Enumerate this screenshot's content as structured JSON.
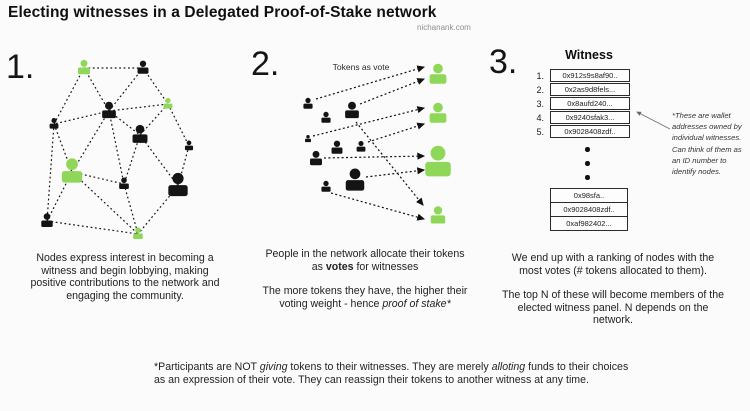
{
  "page": {
    "title": "Electing witnesses in a Delegated Proof-of-Stake network",
    "watermark": "nichanank.com"
  },
  "colors": {
    "accent_green": "#8fd758",
    "node_black": "#141414",
    "background": "#fbfbfb"
  },
  "icons": {
    "person_node": "person-icon",
    "vote_arrow": "dotted-arrow-icon"
  },
  "panel1": {
    "number": "1.",
    "caption": "Nodes express interest in becoming a witness and begin lobbying, making positive contributions to the network and engaging the community."
  },
  "panel2": {
    "number": "2.",
    "arrow_label": "Tokens as vote",
    "caption1": [
      {
        "t": "People in the network allocate their tokens as "
      },
      {
        "t": "votes",
        "b": true
      },
      {
        "t": " for witnesses"
      }
    ],
    "caption2": [
      {
        "t": "The more tokens they have, the higher their voting weight - hence "
      },
      {
        "t": "proof of stake*",
        "i": true
      }
    ]
  },
  "panel3": {
    "number": "3.",
    "heading": "Witness",
    "ranked": [
      {
        "rank": "1.",
        "address": "0x912s9s8af90.."
      },
      {
        "rank": "2.",
        "address": "0x2as9d8fels..."
      },
      {
        "rank": "3.",
        "address": "0x8aufd240..."
      },
      {
        "rank": "4.",
        "address": "0x9240sfak3..."
      },
      {
        "rank": "5.",
        "address": "0x9028408zdf.."
      }
    ],
    "more": [
      "0x98sfa..",
      "0x9028408zdf..",
      "0xaf982402..."
    ],
    "note": "*These are wallet addresses owned by individual witnesses. Can think of them as an ID number to identify nodes.",
    "caption1": "We end up with a ranking of nodes with the most votes (# tokens allocated to them).",
    "caption2": "The top N of these will become members of the elected witness panel. N depends on the network."
  },
  "footnote": [
    {
      "t": "*Participants are NOT "
    },
    {
      "t": "giving",
      "i": true
    },
    {
      "t": " tokens to their witnesses. They are merely "
    },
    {
      "t": "alloting",
      "i": true
    },
    {
      "t": " funds to their choices as an expression of their vote. They can reassign their tokens to another witness at any time."
    }
  ]
}
